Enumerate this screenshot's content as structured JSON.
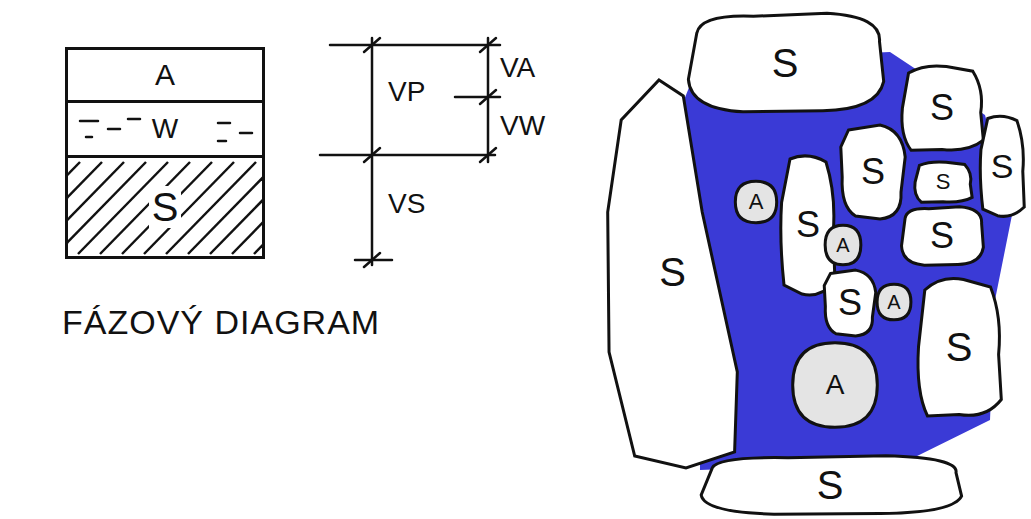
{
  "diagram": {
    "caption": "FÁZOVÝ DIAGRAM",
    "nodes": [
      {
        "text": [
          "A"
        ]
      },
      {
        "text": [
          "W"
        ]
      },
      {
        "text": [
          "S"
        ]
      },
      {
        "text": [
          "S"
        ]
      },
      {
        "text": [
          "S"
        ]
      },
      {
        "text": [
          "S"
        ]
      },
      {
        "text": [
          "S"
        ]
      },
      {
        "text": [
          "S"
        ]
      },
      {
        "text": [
          "A"
        ]
      },
      {
        "text": [
          "S"
        ]
      },
      {
        "text": [
          "A"
        ]
      },
      {
        "text": [
          "S"
        ]
      },
      {
        "text": [
          "S"
        ]
      },
      {
        "text": [
          "S"
        ]
      },
      {
        "text": [
          "A"
        ]
      },
      {
        "text": [
          "S"
        ]
      },
      {
        "text": [
          "A"
        ]
      },
      {
        "text": [
          "S"
        ]
      }
    ],
    "labels": [
      "VP",
      "VA",
      "VW",
      "VS"
    ]
  }
}
